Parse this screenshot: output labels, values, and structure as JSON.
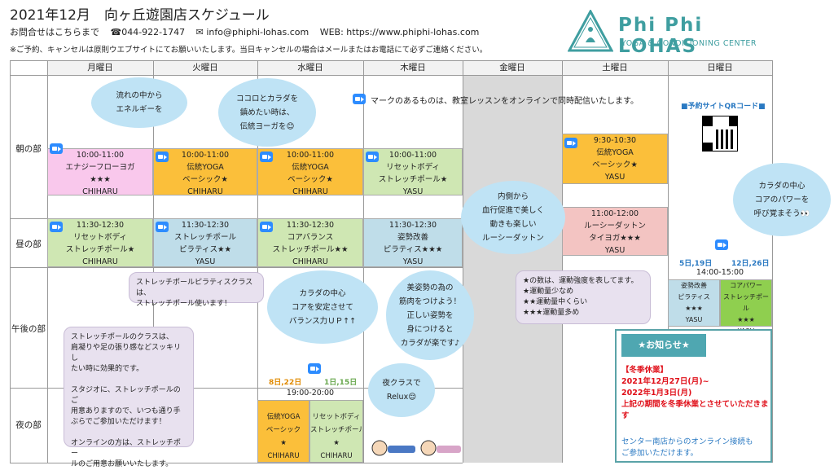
{
  "header": {
    "title": "2021年12月　向ヶ丘遊園店スケジュール",
    "contact_label": "お問合せはこちらまで",
    "phone": "☎044-922-1747",
    "email": "✉ info@phiphi-lohas.com",
    "web": "WEB: https://www.phiphi-lohas.com",
    "note": "※ご予約、キャンセルは原則ウエブサイトにてお願いいたします。当日キャンセルの場合はメールまたはお電話にて必ずご連絡ください。"
  },
  "logo": {
    "name": "Phi Phi LOHAS",
    "subtitle": "YOGA & CONDITIONING CENTER"
  },
  "days": [
    "月曜日",
    "火曜日",
    "水曜日",
    "木曜日",
    "金曜日",
    "土曜日",
    "日曜日"
  ],
  "rows": [
    "朝の部",
    "昼の部",
    "午後の部",
    "夜の部"
  ],
  "online_notice": "マークのあるものは、教室レッスンをオンラインで同時配信いたします。",
  "qr_label": "■予約サイトQRコード■",
  "classes": {
    "mon_m": {
      "time": "10:00-11:00",
      "name": "エナジーフローヨガ",
      "level": "★★★",
      "teacher": "CHIHARU"
    },
    "tue_m": {
      "time": "10:00-11:00",
      "name1": "伝統YOGA",
      "name2": "ベーシック★",
      "teacher": "CHIHARU"
    },
    "wed_m": {
      "time": "10:00-11:00",
      "name1": "伝統YOGA",
      "name2": "ベーシック★",
      "teacher": "CHIHARU"
    },
    "thu_m": {
      "time": "10:00-11:00",
      "name1": "リセットボディ",
      "name2": "ストレッチポール★",
      "teacher": "YASU"
    },
    "sat_m": {
      "time": "9:30-10:30",
      "name1": "伝統YOGA",
      "name2": "ベーシック★",
      "teacher": "YASU"
    },
    "sat_m2": {
      "time": "11:00-12:00",
      "name1": "ルーシーダットン",
      "name2": "タイヨガ★★★",
      "teacher": "YASU"
    },
    "mon_d": {
      "time": "11:30-12:30",
      "name1": "リセットボディ",
      "name2": "ストレッチポール★",
      "teacher": "CHIHARU"
    },
    "tue_d": {
      "time": "11:30-12:30",
      "name1": "ストレッチポール",
      "name2": "ピラティス★★",
      "teacher": "YASU"
    },
    "wed_d": {
      "time": "11:30-12:30",
      "name1": "コアバランス",
      "name2": "ストレッチポール★★",
      "teacher": "CHIHARU"
    },
    "thu_d": {
      "time": "11:30-12:30",
      "name1": "姿勢改善",
      "name2": "ピラティス★★★",
      "teacher": "YASU"
    },
    "sun_dates1": "5日,19日",
    "sun_dates2": "12日,26日",
    "sun_time": "14:00-15:00",
    "sun_a": {
      "name1": "姿勢改善",
      "name2": "ピラティス",
      "level": "★★★",
      "teacher": "YASU"
    },
    "sun_b": {
      "name1": "コアパワー",
      "name2": "ストレッチポール",
      "level": "★★★",
      "teacher": "YASU"
    },
    "night_dates1": "8日,22日",
    "night_dates2": "1日,15日",
    "night_time": "19:00-20:00",
    "wed_n1": {
      "name1": "伝統YOGA",
      "name2": "ベーシック",
      "level": "★",
      "teacher": "CHIHARU"
    },
    "wed_n2": {
      "name1": "リセットボディ",
      "name2": "ストレッチポール",
      "level": "★",
      "teacher": "CHIHARU"
    }
  },
  "bubbles": {
    "b1": "流れの中から\nエネルギーを",
    "b2": "ココロとカラダを\n鎮めたい時は、\n伝統ヨーガを😊",
    "b3": "内側から\n血行促進で美しく\n動きも楽しい\nルーシーダットン",
    "b4": "カラダの中心\nコアのパワーを\n呼び覚まそう👀",
    "b5": "カラダの中心\nコアを安定させて\nバランス力ＵＰ↑↑",
    "b6": "美姿勢の為の\n筋肉をつけよう！\n正しい姿勢を\n身につけると\nカラダが楽です♪",
    "b7": "夜クラスで\nRelux😌"
  },
  "notes": {
    "n1": "ストレッチポールピラティスクラスは、\nストレッチポール使います！",
    "n2": "ストレッチポールのクラスは、\n肩凝りや足の張り感などスッキリし\nたい時に効果的です。\n\nスタジオに、ストレッチポールのご\n用意ありますので、いつも通り手\nぶらでご参加いただけます！\n\nオンラインの方は、ストレッチポー\nルのご用意お願いいたします。",
    "n3": "★の数は、運動強度を表してます。\n★運動量少なめ\n★★運動量中くらい\n★★★運動量多め"
  },
  "notice": {
    "tag": "★お知らせ★",
    "red": "【冬季休業】\n2021年12月27日(月)~\n2022年1月3日(月)\n上記の期間を冬季休業とさせていただきます",
    "blue": "センター南店からのオンライン接続も\nご参加いただけます。"
  },
  "colors": {
    "pink": "#f9c8ec",
    "orange": "#fbbf3a",
    "green": "#cfe7b3",
    "light_blue": "#bfdde9",
    "salmon": "#f3c4c2",
    "closed_gray": "#d9d9d9",
    "teal": "#3f9ea0",
    "zoom_blue": "#2d8cff"
  }
}
